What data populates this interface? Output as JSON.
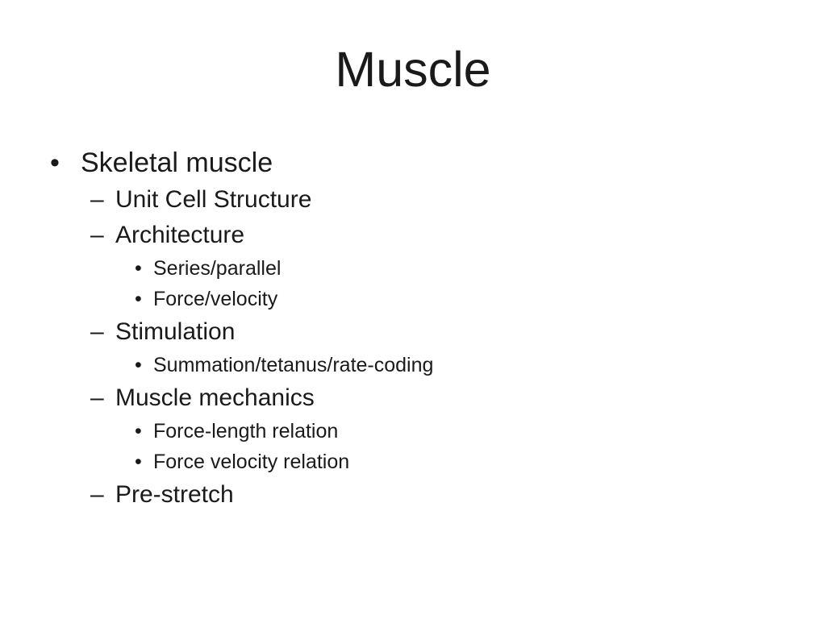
{
  "slide": {
    "title": "Muscle",
    "background_color": "#ffffff",
    "text_color": "#1a1a1a",
    "markers": {
      "level1": "•",
      "level2": "–",
      "level3": "•"
    },
    "bullets": [
      {
        "level": 1,
        "text": "Skeletal muscle"
      },
      {
        "level": 2,
        "text": "Unit Cell Structure"
      },
      {
        "level": 2,
        "text": "Architecture"
      },
      {
        "level": 3,
        "text": "Series/parallel"
      },
      {
        "level": 3,
        "text": "Force/velocity"
      },
      {
        "level": 2,
        "text": "Stimulation"
      },
      {
        "level": 3,
        "text": "Summation/tetanus/rate-coding"
      },
      {
        "level": 2,
        "text": "Muscle mechanics"
      },
      {
        "level": 3,
        "text": "Force-length relation"
      },
      {
        "level": 3,
        "text": "Force velocity relation"
      },
      {
        "level": 2,
        "text": "Pre-stretch"
      }
    ]
  }
}
